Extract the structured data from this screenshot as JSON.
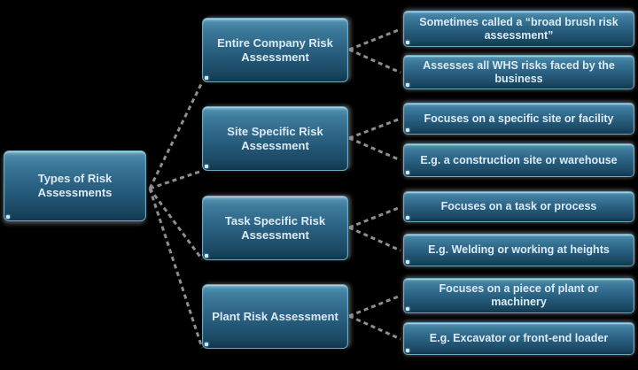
{
  "colors": {
    "background": "#000000",
    "node_fill_top": "#4d8cab",
    "node_fill_bottom": "#11364d",
    "node_border": "#6fa6c0",
    "node_text": "#dcebf5",
    "connector": "#8e8e8e",
    "corner_dot": "#c9ebfa"
  },
  "diagram": {
    "root": {
      "label": "Types of Risk Assessments"
    },
    "branches": [
      {
        "label": "Entire Company Risk Assessment",
        "children": [
          "Sometimes called a “broad brush risk assessment”",
          "Assesses all WHS risks faced by the business"
        ]
      },
      {
        "label": "Site Specific Risk Assessment",
        "children": [
          "Focuses on a specific site or facility",
          "E.g. a construction site or warehouse"
        ]
      },
      {
        "label": "Task Specific Risk Assessment",
        "children": [
          "Focuses on a task or process",
          "E.g. Welding or working at heights"
        ]
      },
      {
        "label": "Plant Risk Assessment",
        "children": [
          "Focuses on a piece of plant or machinery",
          "E.g. Excavator or front-end loader"
        ]
      }
    ]
  }
}
